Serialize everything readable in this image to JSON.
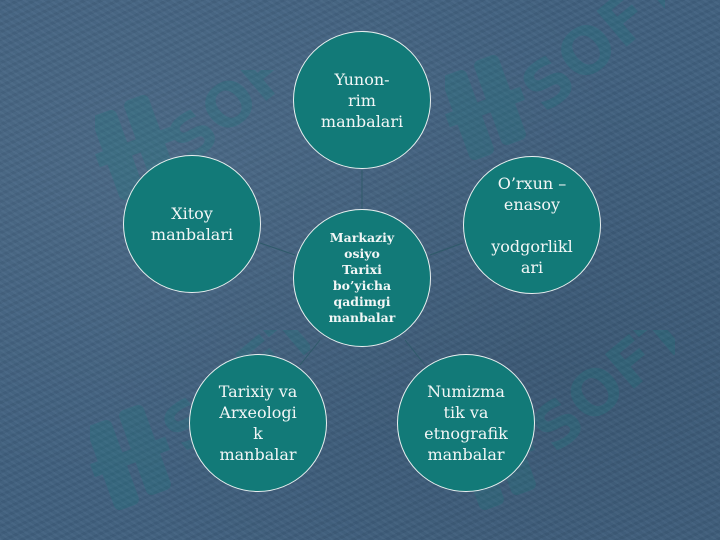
{
  "watermark": {
    "text": "SOFT",
    "color": "#127a78"
  },
  "diagram": {
    "node_color": "#127a78",
    "center": {
      "label": "Markaziy\nosiyo\nTarixi\nbo’yicha\nqadimgi\nmanbalar"
    },
    "nodes": [
      {
        "id": "yunon",
        "label": "Yunon-\nrim\nmanbalari"
      },
      {
        "id": "orxun",
        "label": "O’rxun –\nenasoy\n\nyodgorlikl\nari"
      },
      {
        "id": "numizmatik",
        "label": "Numizma\ntik va\netnografik\nmanbalar"
      },
      {
        "id": "arxeologik",
        "label": "Tarixiy va\nArxeologi\nk\nmanbalar"
      },
      {
        "id": "xitoy",
        "label": "Xitoy\nmanbalari"
      }
    ]
  }
}
